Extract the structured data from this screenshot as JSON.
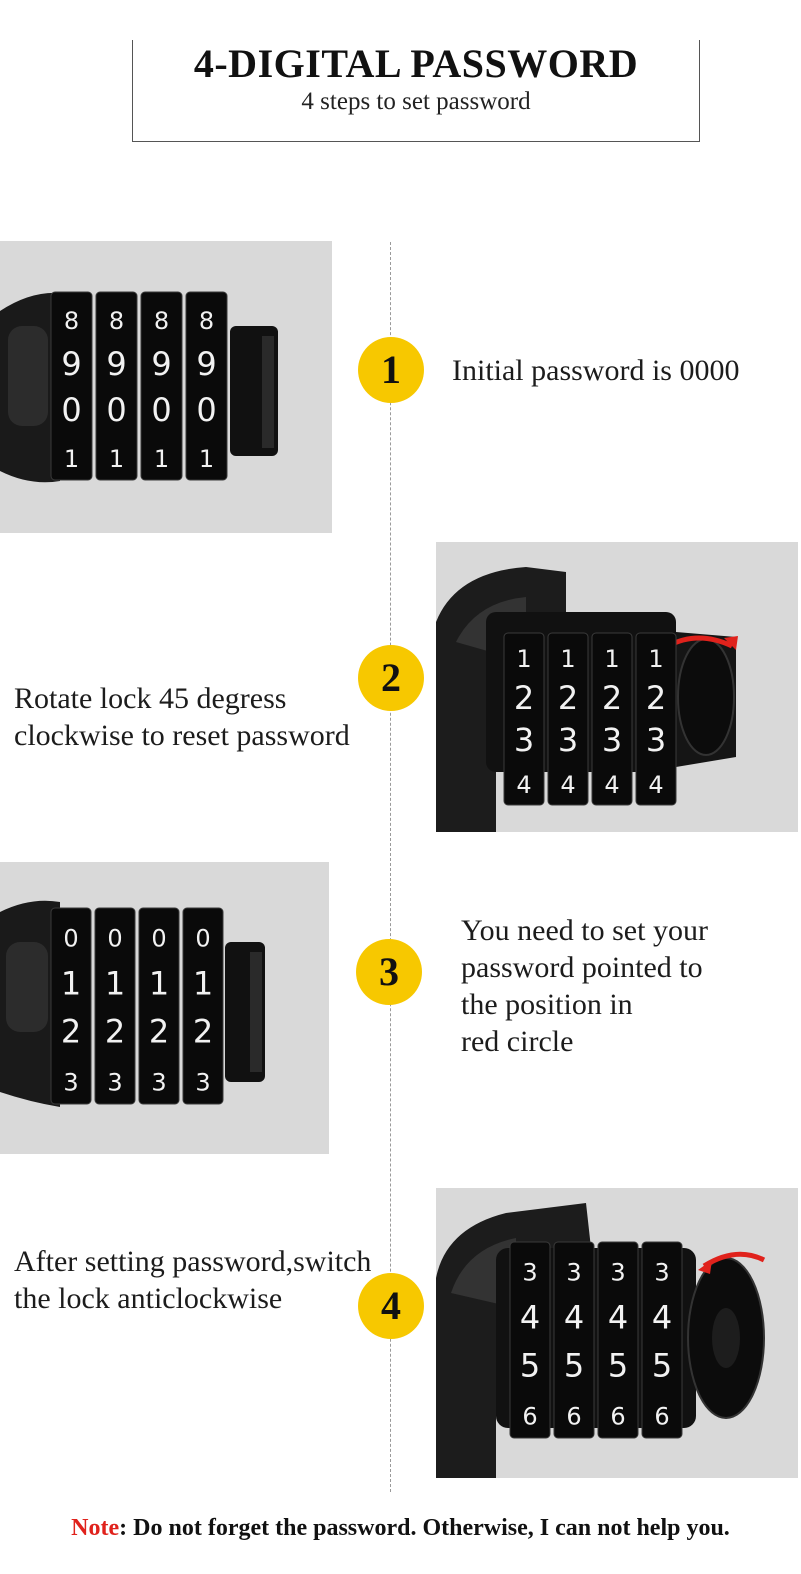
{
  "header": {
    "title": "4-DIGITAL PASSWORD",
    "subtitle": "4 steps to set password"
  },
  "steps": [
    {
      "number": "1",
      "lines": [
        "Initial password is 0000"
      ],
      "dial_rows": [
        "8",
        "9",
        "0",
        "1"
      ]
    },
    {
      "number": "2",
      "lines": [
        "Rotate lock 45 degress",
        "clockwise to reset password"
      ],
      "dial_rows": [
        "1",
        "2",
        "3",
        "4"
      ]
    },
    {
      "number": "3",
      "lines": [
        "You need to set your",
        "password pointed to",
        "the position in",
        "red circle"
      ],
      "dial_rows": [
        "0",
        "1",
        "2",
        "3"
      ]
    },
    {
      "number": "4",
      "lines": [
        "After setting password,switch",
        "the lock anticlockwise"
      ],
      "dial_rows": [
        "3",
        "4",
        "5",
        "6"
      ]
    }
  ],
  "note": {
    "label": "Note",
    "text": ": Do not forget the password. Otherwise, I can not help you."
  },
  "colors": {
    "badge": "#f7c800",
    "note_label": "#e0221c",
    "arrow": "#e0221c",
    "photo_bg": "#d9d9d9"
  }
}
